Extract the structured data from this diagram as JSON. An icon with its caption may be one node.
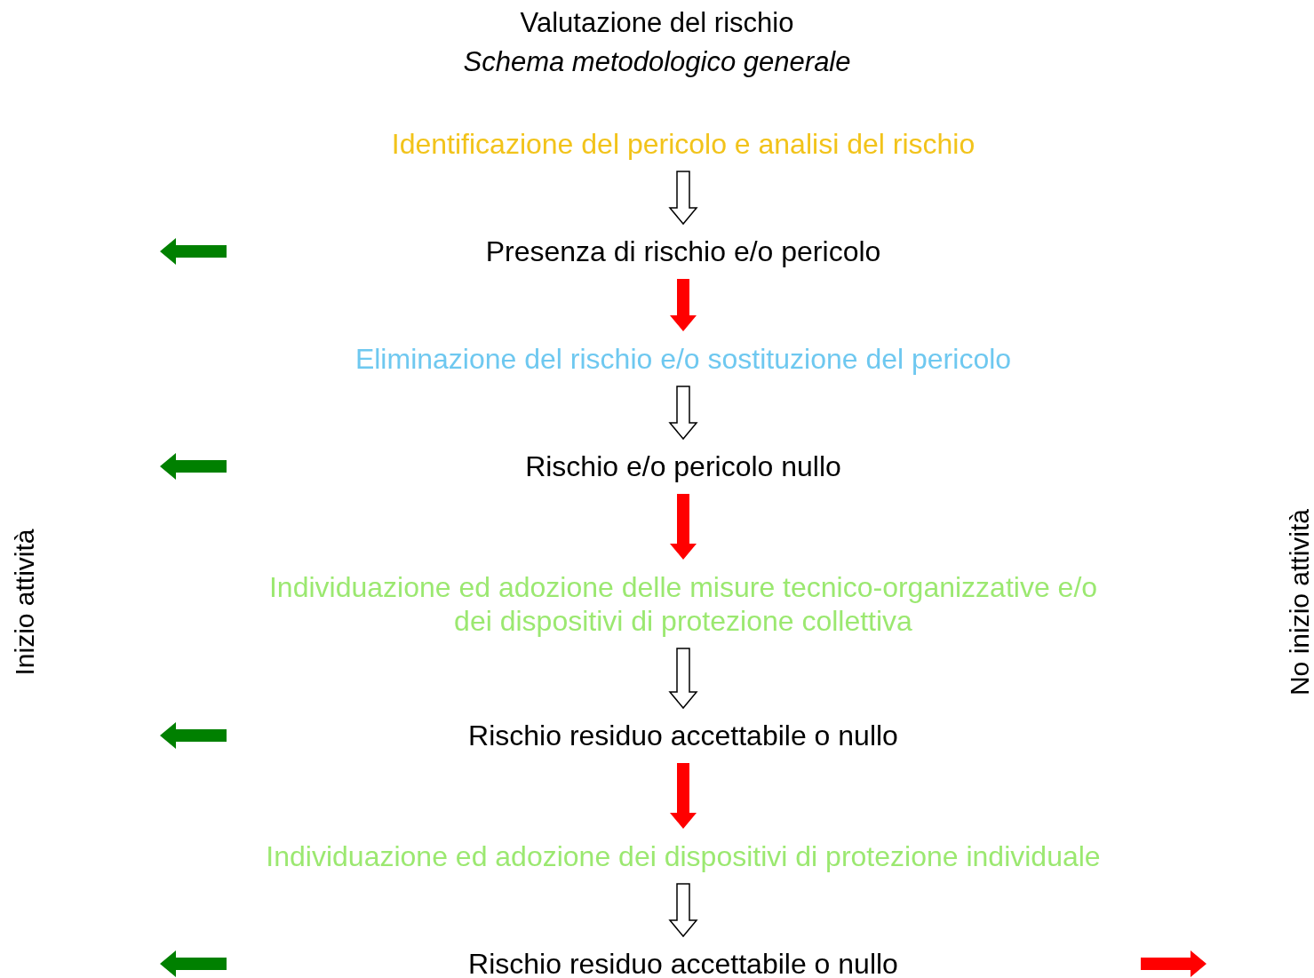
{
  "diagram": {
    "title": "Valutazione del rischio",
    "nodes": [
      {
        "text": [
          "Identificazione del pericolo e analisi del rischio"
        ]
      },
      {
        "text": [
          "Presenza di rischio e/o pericolo"
        ]
      },
      {
        "text": [
          "Eliminazione del rischio e/o sostituzione del pericolo"
        ]
      },
      {
        "text": [
          "Rischio e/o pericolo nullo"
        ]
      },
      {
        "text": [
          "Individuazione ed adozione delle misure tecnico-organizzative e/o dei dispositivi di protezione collettiva"
        ]
      },
      {
        "text": [
          "Rischio residuo accettabile o nullo"
        ]
      },
      {
        "text": [
          "Individuazione ed adozione dei dispositivi di protezione individuale"
        ]
      },
      {
        "text": [
          "Rischio residuo accettabile o nullo"
        ]
      },
      {
        "text": [
          "Inizio attività"
        ]
      },
      {
        "text": [
          "No inizio attività"
        ]
      }
    ],
    "edges": [
      {
        "from": 0,
        "to": 1,
        "arrow": "to"
      },
      {
        "from": 1,
        "to": 2,
        "arrow": "to",
        "color": "#ff0000"
      },
      {
        "from": 2,
        "to": 3,
        "arrow": "to"
      },
      {
        "from": 3,
        "to": 4,
        "arrow": "to",
        "color": "#ff0000"
      },
      {
        "from": 4,
        "to": 5,
        "arrow": "to"
      },
      {
        "from": 5,
        "to": 6,
        "arrow": "to",
        "color": "#ff0000"
      },
      {
        "from": 6,
        "to": 7,
        "arrow": "to"
      }
    ],
    "labels": [
      "Schema metodologico generale"
    ]
  }
}
